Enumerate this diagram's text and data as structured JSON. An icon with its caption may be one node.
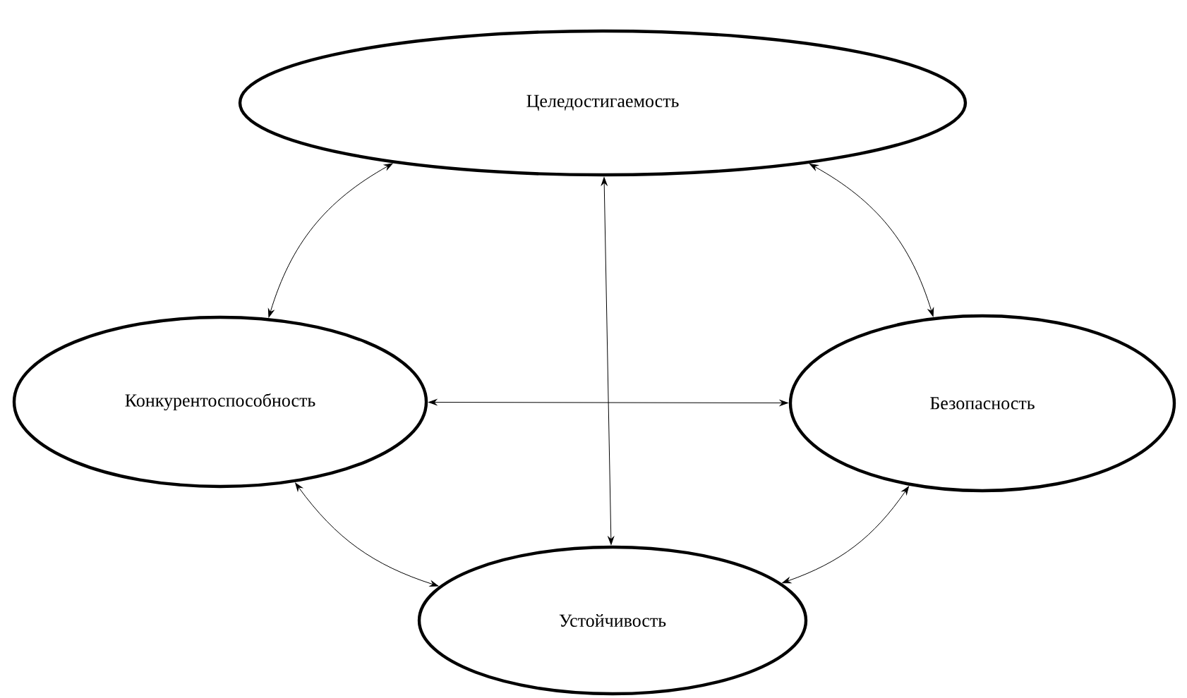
{
  "diagram": {
    "nodes": [
      {
        "text": [
          "Целедостигаемость"
        ]
      },
      {
        "text": [
          "Конкурентоспособность"
        ]
      },
      {
        "text": [
          "Безопасность"
        ]
      },
      {
        "text": [
          "Устойчивость"
        ]
      }
    ],
    "edges": [
      {
        "from": 0,
        "to": 1,
        "arrow": "both"
      },
      {
        "from": 0,
        "to": 2,
        "arrow": "both"
      },
      {
        "from": 1,
        "to": 3,
        "arrow": "both"
      },
      {
        "from": 2,
        "to": 3,
        "arrow": "both"
      },
      {
        "from": 0,
        "to": 3,
        "arrow": "both"
      },
      {
        "from": 1,
        "to": 2,
        "arrow": "both"
      }
    ]
  }
}
